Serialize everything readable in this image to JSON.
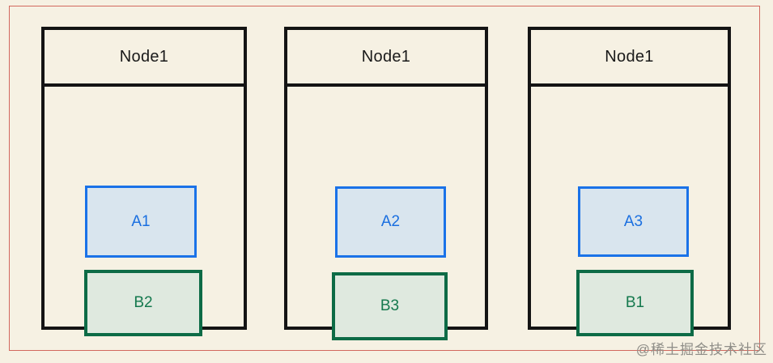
{
  "diagram": {
    "nodes": [
      {
        "title": "Node1",
        "pods": [
          {
            "label": "A1",
            "type": "blue"
          },
          {
            "label": "B2",
            "type": "green"
          }
        ]
      },
      {
        "title": "Node1",
        "pods": [
          {
            "label": "A2",
            "type": "blue"
          },
          {
            "label": "B3",
            "type": "green"
          }
        ]
      },
      {
        "title": "Node1",
        "pods": [
          {
            "label": "A3",
            "type": "blue"
          },
          {
            "label": "B1",
            "type": "green"
          }
        ]
      }
    ],
    "colors": {
      "background": "#f6f1e3",
      "frame_red": "#d2685e",
      "node_border": "#141414",
      "blue_pod_border": "#1a72e8",
      "blue_pod_fill": "#d9e5ee",
      "blue_pod_text": "#1a6fe0",
      "green_pod_border": "#0d6b46",
      "green_pod_fill": "#dfe9df",
      "green_pod_text": "#15794e"
    },
    "watermark": "@稀土掘金技术社区"
  }
}
